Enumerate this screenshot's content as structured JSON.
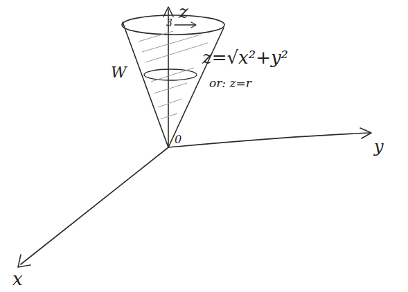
{
  "diagram": {
    "labels": [
      "z",
      "3",
      "W",
      "z=√x²+y²",
      "or: z=r",
      "0",
      "y",
      "x"
    ]
  }
}
